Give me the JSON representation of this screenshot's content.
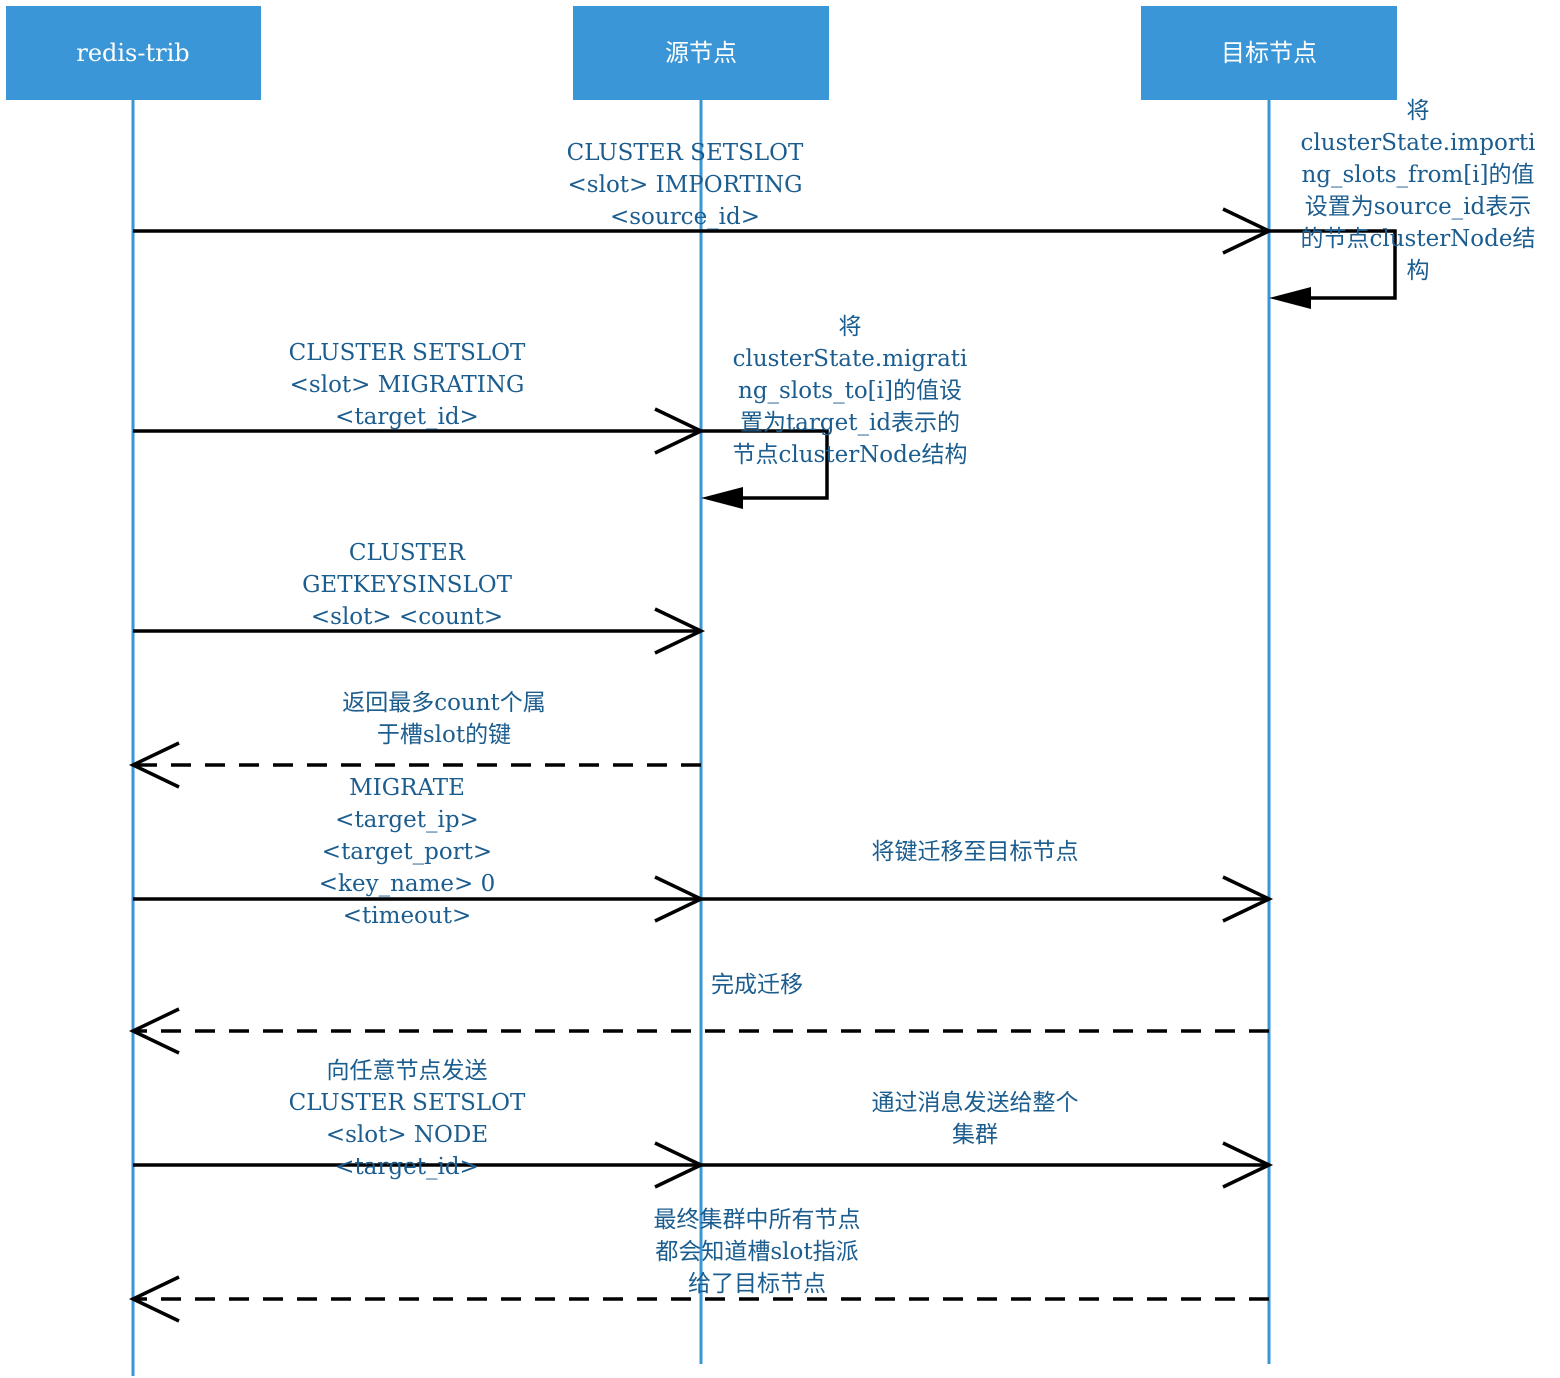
{
  "participants": [
    {
      "id": "redis-trib",
      "label": "redis-trib"
    },
    {
      "id": "source",
      "label": "源节点"
    },
    {
      "id": "target",
      "label": "目标节点"
    }
  ],
  "messages": [
    {
      "id": "setslot-importing",
      "kind": "sync",
      "from": "redis-trib",
      "to": "target",
      "label_lines": [
        "CLUSTER SETSLOT",
        "<slot> IMPORTING",
        "<source_id>"
      ]
    },
    {
      "id": "self-importing",
      "kind": "self",
      "on": "target",
      "label_lines": [
        "将",
        "clusterState.importi",
        "ng_slots_from[i]的值",
        "设置为source_id表示",
        "的节点clusterNode结",
        "构"
      ]
    },
    {
      "id": "setslot-migrating",
      "kind": "sync",
      "from": "redis-trib",
      "to": "source",
      "label_lines": [
        "CLUSTER SETSLOT",
        "<slot> MIGRATING",
        "<target_id>"
      ]
    },
    {
      "id": "self-migrating",
      "kind": "self",
      "on": "source",
      "label_lines": [
        "将",
        "clusterState.migrati",
        "ng_slots_to[i]的值设",
        "置为target_id表示的",
        "节点clusterNode结构"
      ]
    },
    {
      "id": "getkeysinslot",
      "kind": "sync",
      "from": "redis-trib",
      "to": "source",
      "label_lines": [
        "CLUSTER",
        "GETKEYSINSLOT",
        "<slot> <count>"
      ]
    },
    {
      "id": "return-keys",
      "kind": "reply",
      "from": "source",
      "to": "redis-trib",
      "label_lines": [
        "返回最多count个属",
        "于槽slot的键"
      ]
    },
    {
      "id": "migrate-cmd",
      "kind": "sync",
      "from": "redis-trib",
      "to": "source",
      "label_lines": [
        "MIGRATE",
        "<target_ip>",
        "<target_port>",
        "<key_name> 0",
        "<timeout>"
      ]
    },
    {
      "id": "migrate-keys",
      "kind": "sync",
      "from": "source",
      "to": "target",
      "label_lines": [
        "将键迁移至目标节点"
      ]
    },
    {
      "id": "migration-done",
      "kind": "reply",
      "from": "target",
      "to": "redis-trib",
      "label_lines": [
        "完成迁移"
      ]
    },
    {
      "id": "setslot-node",
      "kind": "sync",
      "from": "redis-trib",
      "to": "source",
      "label_lines": [
        "向任意节点发送",
        "CLUSTER SETSLOT",
        "<slot> NODE",
        "<target_id>"
      ]
    },
    {
      "id": "broadcast",
      "kind": "sync",
      "from": "source",
      "to": "target",
      "label_lines": [
        "通过消息发送给整个",
        "集群"
      ]
    },
    {
      "id": "cluster-aware",
      "kind": "reply",
      "from": "target",
      "to": "redis-trib",
      "label_lines": [
        "最终集群中所有节点",
        "都会知道槽slot指派",
        "给了目标节点"
      ]
    }
  ],
  "colors": {
    "participant_fill": "#3a96d6",
    "lifeline": "#3a96d6",
    "label_text": "#1c5d8f",
    "arrow": "#000000"
  }
}
